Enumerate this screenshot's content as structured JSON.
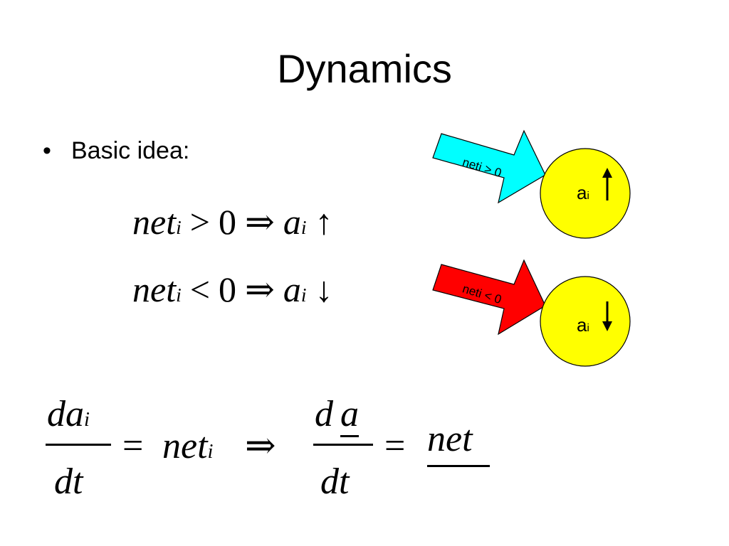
{
  "slide": {
    "title": "Dynamics",
    "bullet": {
      "marker": "•",
      "text": "Basic idea:"
    }
  },
  "rules": [
    {
      "lhs": "net",
      "sub": "i",
      "op": ">",
      "zero": "0",
      "implies": "⇒",
      "var": "a",
      "var_sub": "i",
      "trend": "↑"
    },
    {
      "lhs": "net",
      "sub": "i",
      "op": "<",
      "zero": "0",
      "implies": "⇒",
      "var": "a",
      "var_sub": "i",
      "trend": "↓"
    }
  ],
  "diagram": {
    "top": {
      "arrow_label": "neti > 0",
      "arrow_color": "#00ffff",
      "node_label": "a",
      "node_sub": "i",
      "node_color": "#ffff00"
    },
    "bottom": {
      "arrow_label": "neti < 0",
      "arrow_color": "#ff0000",
      "node_label": "a",
      "node_sub": "i",
      "node_color": "#ffff00"
    }
  },
  "equation": {
    "num1": "da",
    "num1_sub": "i",
    "den1": "dt",
    "eq1": "=",
    "rhs1": "net",
    "rhs1_sub": "i",
    "implies": "⇒",
    "num2_d": "d",
    "num2_a": "a",
    "den2": "dt",
    "eq2": "=",
    "rhs2": "net"
  }
}
